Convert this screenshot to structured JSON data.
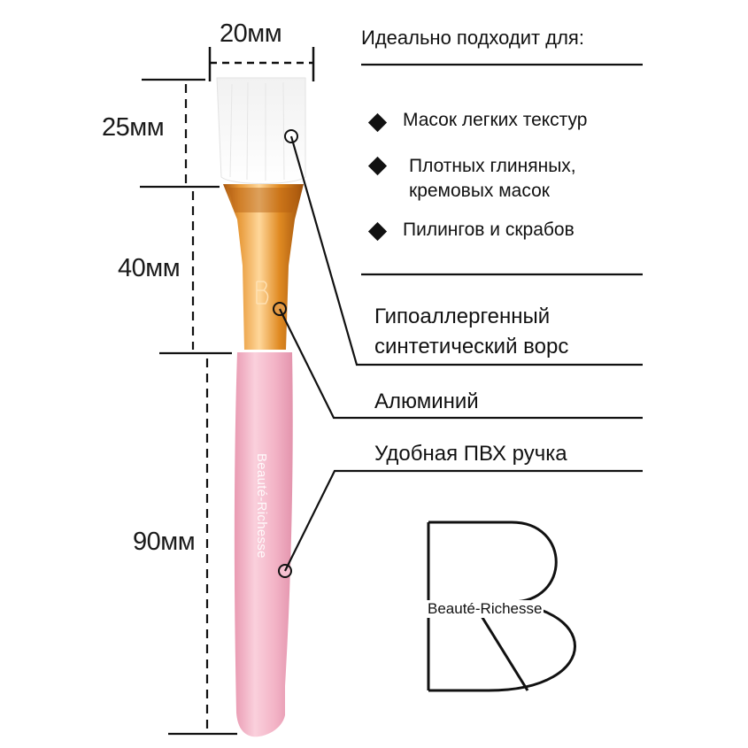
{
  "dimensions": {
    "width": "20мм",
    "bristle_length": "25мм",
    "ferrule_length": "40мм",
    "handle_length": "90мм"
  },
  "suitable_for": {
    "heading": "Идеально подходит для:",
    "items": [
      {
        "line1": "Масок легких текстур",
        "line2": ""
      },
      {
        "line1": "Плотных глиняных,",
        "line2": "кремовых масок"
      },
      {
        "line1": "Пилингов и скрабов",
        "line2": ""
      }
    ]
  },
  "callouts": {
    "bristle_line1": "Гипоаллергенный",
    "bristle_line2": "синтетический ворс",
    "ferrule": "Алюминий",
    "handle": "Удобная ПВХ ручка"
  },
  "brand": {
    "name": "Beauté-Richesse",
    "handle_print": "Beauté-Richesse"
  },
  "colors": {
    "handle_pink": "#f4b6c8",
    "ferrule_gold": "#d9821f",
    "bristle_white": "#ffffff",
    "ink": "#111111"
  }
}
